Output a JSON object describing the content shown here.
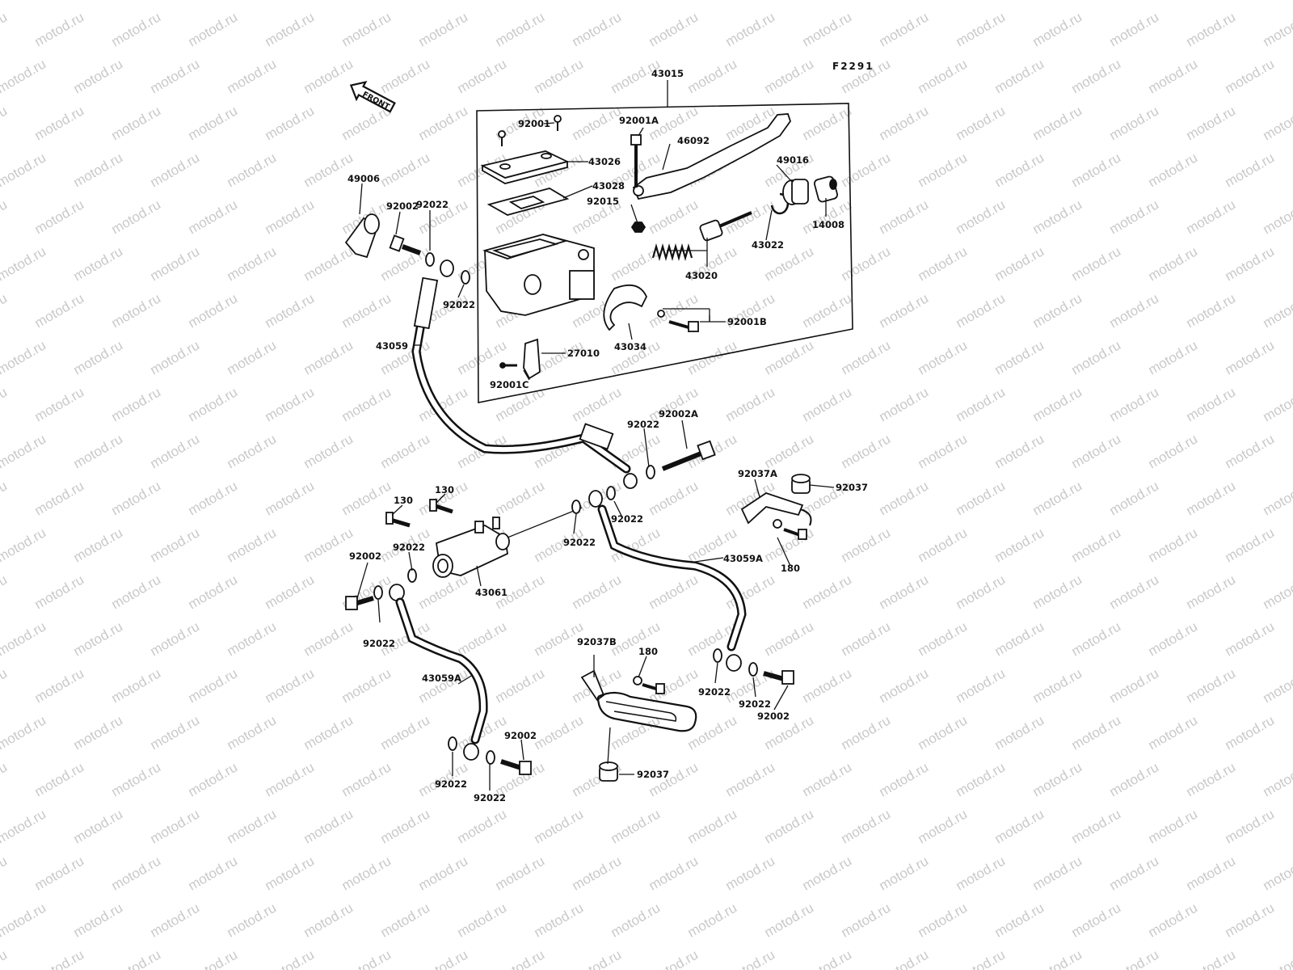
{
  "diagram": {
    "code": "F2291",
    "front_label": "FRONT",
    "watermark": "motod.ru",
    "labels": [
      {
        "id": "43015",
        "text": "43015"
      },
      {
        "id": "92001",
        "text": "92001"
      },
      {
        "id": "92001A",
        "text": "92001A"
      },
      {
        "id": "46092",
        "text": "46092"
      },
      {
        "id": "43026",
        "text": "43026"
      },
      {
        "id": "43028",
        "text": "43028"
      },
      {
        "id": "49016",
        "text": "49016"
      },
      {
        "id": "49006",
        "text": "49006"
      },
      {
        "id": "92002_top",
        "text": "92002"
      },
      {
        "id": "92022_top",
        "text": "92022"
      },
      {
        "id": "92015",
        "text": "92015"
      },
      {
        "id": "43022",
        "text": "43022"
      },
      {
        "id": "14008",
        "text": "14008"
      },
      {
        "id": "43020",
        "text": "43020"
      },
      {
        "id": "92022_mc",
        "text": "92022"
      },
      {
        "id": "92001B",
        "text": "92001B"
      },
      {
        "id": "43034",
        "text": "43034"
      },
      {
        "id": "43059",
        "text": "43059"
      },
      {
        "id": "27010",
        "text": "27010"
      },
      {
        "id": "92001C",
        "text": "92001C"
      },
      {
        "id": "92002A",
        "text": "92002A"
      },
      {
        "id": "92022_mid",
        "text": "92022"
      },
      {
        "id": "92037A",
        "text": "92037A"
      },
      {
        "id": "92037_r",
        "text": "92037"
      },
      {
        "id": "130_a",
        "text": "130"
      },
      {
        "id": "130_b",
        "text": "130"
      },
      {
        "id": "92022_j1",
        "text": "92022"
      },
      {
        "id": "92022_j2",
        "text": "92022"
      },
      {
        "id": "43059A_r",
        "text": "43059A"
      },
      {
        "id": "180_r",
        "text": "180"
      },
      {
        "id": "92002_l",
        "text": "92002"
      },
      {
        "id": "92022_l1",
        "text": "92022"
      },
      {
        "id": "43061",
        "text": "43061"
      },
      {
        "id": "92022_l2",
        "text": "92022"
      },
      {
        "id": "92037B",
        "text": "92037B"
      },
      {
        "id": "180_b",
        "text": "180"
      },
      {
        "id": "43059A_l",
        "text": "43059A"
      },
      {
        "id": "92022_r1",
        "text": "92022"
      },
      {
        "id": "92022_r2",
        "text": "92022"
      },
      {
        "id": "92002_r",
        "text": "92002"
      },
      {
        "id": "92002_b",
        "text": "92002"
      },
      {
        "id": "92022_b1",
        "text": "92022"
      },
      {
        "id": "92022_b2",
        "text": "92022"
      },
      {
        "id": "92037_b",
        "text": "92037"
      }
    ]
  }
}
